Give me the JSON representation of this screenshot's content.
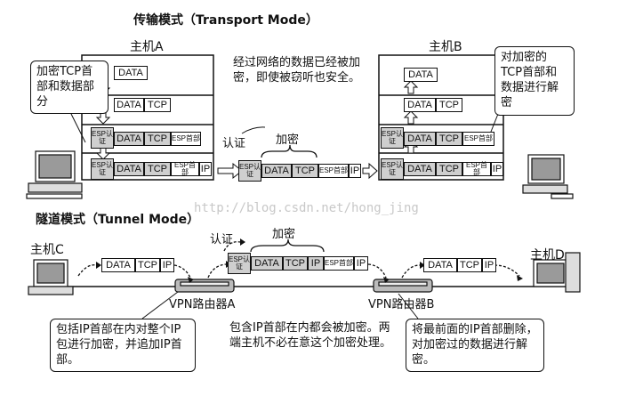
{
  "transport": {
    "title": "传输模式（Transport Mode）",
    "host_a": "主机A",
    "host_b": "主机B",
    "callout_a": "加密TCP首部和数据部分",
    "callout_b": "对加密的TCP首部和数据进行解密",
    "note": "经过网络的数据已经被加密，即使被窃听也安全。",
    "auth": "认证",
    "encrypt": "加密"
  },
  "tunnel": {
    "title": "隧道模式（Tunnel Mode）",
    "host_c": "主机C",
    "host_d": "主机D",
    "router_a": "VPN路由器A",
    "router_b": "VPN路由器B",
    "auth": "认证",
    "encrypt": "加密",
    "callout_a": "包括IP首部在内对整个IP包进行加密，并追加IP首部。",
    "note_mid": "包含IP首部在内都会被加密。两端主机不必在意这个加密处理。",
    "callout_b": "将最前面的IP首部删除，对加密过的数据进行解密。"
  },
  "fields": {
    "data": "DATA",
    "tcp": "TCP",
    "ip": "IP",
    "esp_auth": "ESP认证",
    "esp_header": "ESP首部"
  },
  "watermark": "http://blog.csdn.net/hong_jing"
}
